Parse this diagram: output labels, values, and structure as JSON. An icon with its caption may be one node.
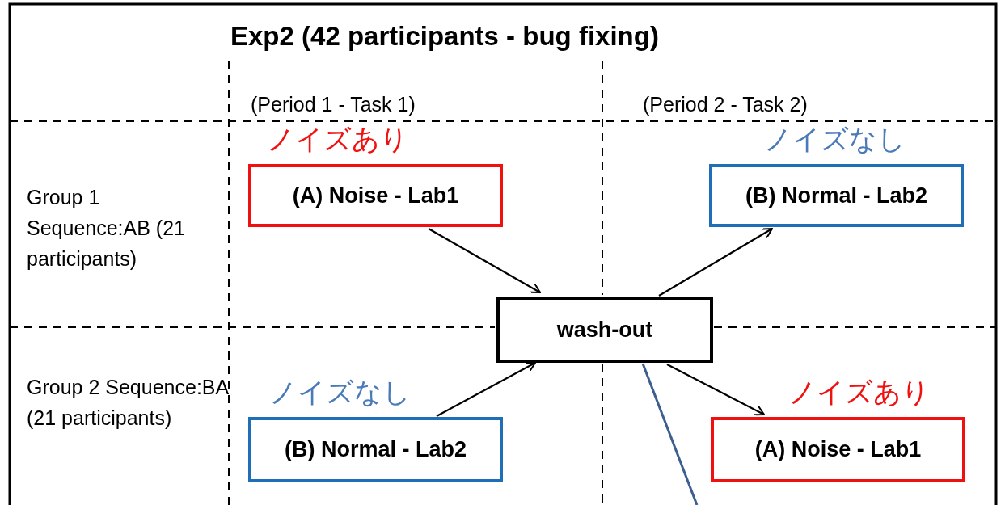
{
  "diagram": {
    "title": "Exp2 (42 participants - bug fixing)",
    "nodes": [
      {
        "text": [
          "(A) Noise - Lab1"
        ],
        "beside": [
          "ノイズあり"
        ]
      },
      {
        "text": [
          "(B) Normal - Lab2"
        ],
        "beside": [
          "ノイズなし"
        ]
      },
      {
        "text": [
          "wash-out"
        ]
      },
      {
        "text": [
          "(B) Normal - Lab2"
        ],
        "beside": [
          "ノイズなし"
        ]
      },
      {
        "text": [
          "(A) Noise - Lab1"
        ],
        "beside": [
          "ノイズあり"
        ]
      }
    ],
    "edges": [
      {
        "from": 0,
        "to": 2,
        "arrow": "to"
      },
      {
        "from": 3,
        "to": 2,
        "arrow": "to"
      },
      {
        "from": 2,
        "to": 1,
        "arrow": "to"
      },
      {
        "from": 2,
        "to": 4,
        "arrow": "to"
      },
      {
        "from": 2,
        "to": null,
        "arrow": "none",
        "color": "#3d5f8f"
      }
    ],
    "labels": [
      "(Period 1 - Task 1)",
      "(Period 2 - Task 2)",
      "Group 1 Sequence:AB (21 participants)",
      "Group 2 Sequence:BA (21 participants)"
    ]
  }
}
